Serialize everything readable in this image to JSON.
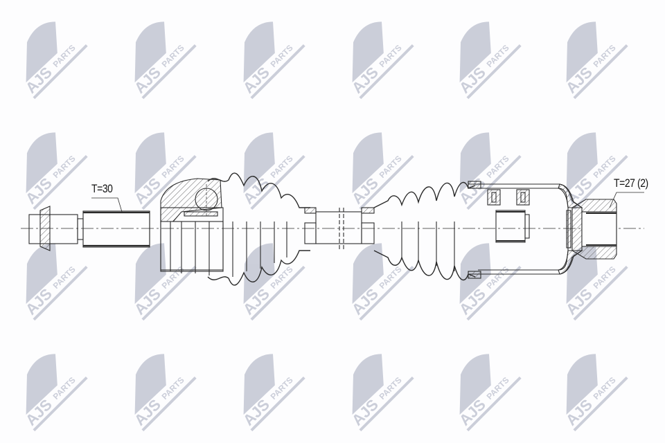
{
  "diagram": {
    "subject": "drive shaft (CV axle) technical drawing",
    "colors": {
      "background": "#fdfdfe",
      "watermark": "#c9ccd8",
      "line": "#2a2a2a",
      "hatch": "#555555"
    },
    "watermark": {
      "text_main": "AJS",
      "text_sub": "PARTS",
      "columns_x": [
        80,
        237,
        394,
        551,
        706,
        860
      ],
      "rows_y": [
        88,
        248,
        408,
        568
      ]
    },
    "labels": {
      "left_spline": "T=30",
      "right_spline": "T=27 (2)"
    },
    "parts": [
      {
        "name": "outer-stub-axle",
        "side": "left"
      },
      {
        "name": "outer-cv-joint",
        "side": "left"
      },
      {
        "name": "outer-boot",
        "side": "left"
      },
      {
        "name": "intermediate-shaft",
        "side": "center"
      },
      {
        "name": "inner-boot",
        "side": "right"
      },
      {
        "name": "inner-tripod-joint",
        "side": "right"
      },
      {
        "name": "inner-spline-stub",
        "side": "right"
      }
    ]
  }
}
